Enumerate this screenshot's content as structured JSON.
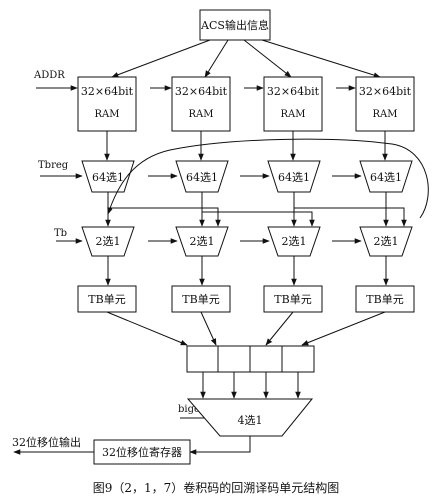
{
  "top": {
    "acs": "ACS输出信息"
  },
  "inputs": {
    "addr": "ADDR",
    "tbreg": "Tbreg",
    "tb": "Tb",
    "bigcy": "bigcy"
  },
  "ram": {
    "size": "32×64bit",
    "label": "RAM"
  },
  "mux64": {
    "label": "64选1"
  },
  "mux2": {
    "label": "2选1"
  },
  "tb_unit": {
    "label": "TB单元"
  },
  "mux4": {
    "label": "4选1"
  },
  "shift_reg": {
    "label": "32位移位寄存器"
  },
  "output": {
    "label": "32位移位输出"
  },
  "caption": "图9（2，1，7）卷积码的回溯译码单元结构图"
}
